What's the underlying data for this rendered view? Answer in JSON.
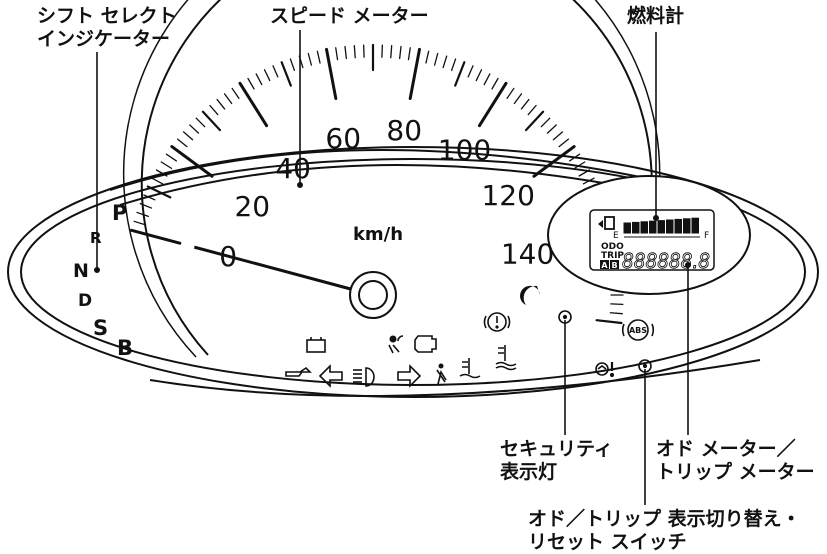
{
  "callouts": {
    "shift_indicator": [
      "シフト セレクト",
      "インジケーター"
    ],
    "speedometer": "スピード メーター",
    "fuel_gauge": "燃料計",
    "security_light": [
      "セキュリティ",
      "表示灯"
    ],
    "odo_trip_meter": [
      "オド メーター／",
      "トリップ メーター"
    ],
    "odo_trip_switch": [
      "オド／トリップ 表示切り替え・",
      "リセット スイッチ"
    ]
  },
  "speedometer": {
    "unit": "km/h",
    "ticks": [
      "0",
      "20",
      "40",
      "60",
      "80",
      "100",
      "120",
      "140"
    ],
    "needle_value": 0
  },
  "shift_positions": [
    "P",
    "R",
    "N",
    "D",
    "S",
    "B"
  ],
  "shift_selected": "N",
  "lcd": {
    "fuel_empty": "E",
    "fuel_full": "F",
    "fuel_segments_total": 9,
    "fuel_segments_lit": 9,
    "mode_odo": "ODO",
    "mode_trip": "TRIP",
    "trip_a": "A",
    "trip_b": "B",
    "odometer_digits": "888888.8"
  },
  "warning_icons": {
    "eco": "eco",
    "abs": "ABS"
  },
  "colors": {
    "ink": "#111111",
    "paper": "#ffffff",
    "lcd": "#111111"
  }
}
